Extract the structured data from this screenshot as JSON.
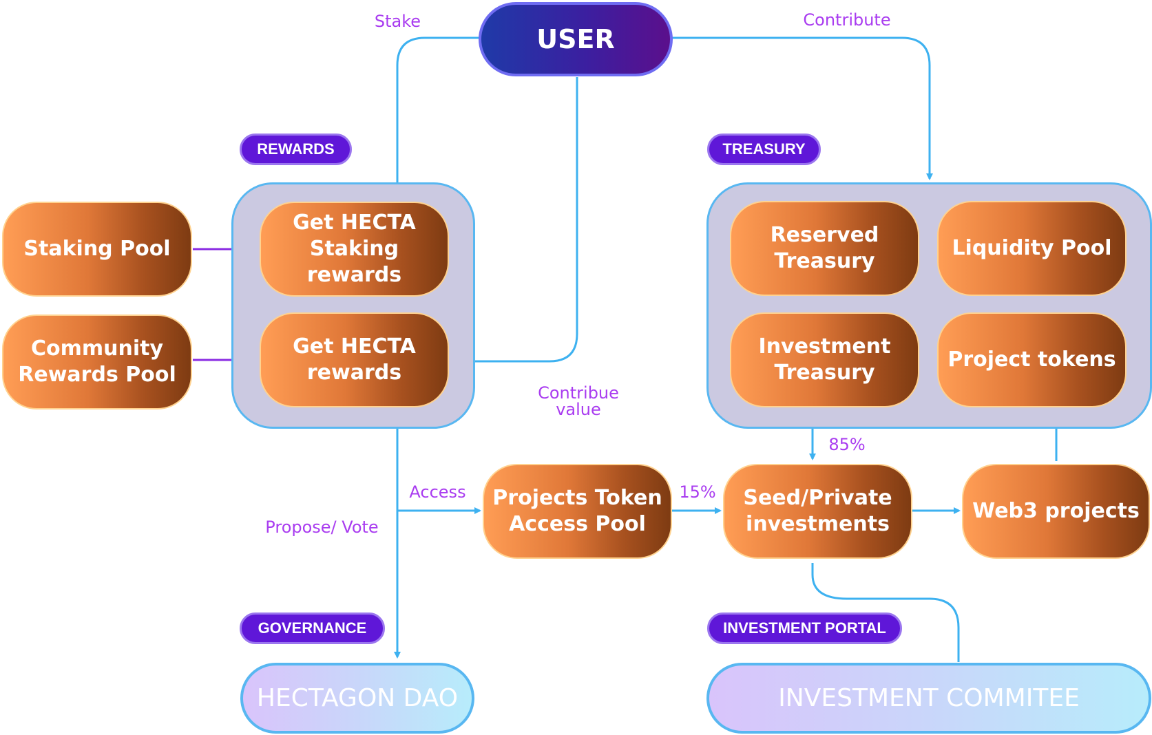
{
  "user": "USER",
  "tags": {
    "rewards": "REWARDS",
    "treasury": "TREASURY",
    "governance": "GOVERNANCE",
    "investment_portal": "INVESTMENT PORTAL"
  },
  "nodes": {
    "staking_pool": "Staking Pool",
    "community_rewards_pool": "Community\nRewards Pool",
    "get_staking_rewards": "Get HECTA\nStaking rewards",
    "get_rewards": "Get HECTA\nrewards",
    "reserved_treasury": "Reserved\nTreasury",
    "liquidity_pool": "Liquidity Pool",
    "investment_treasury": "Investment\nTreasury",
    "project_tokens": "Project tokens",
    "projects_token_access_pool": "Projects Token\nAccess Pool",
    "seed_private_investments": "Seed/Private\ninvestments",
    "web3_projects": "Web3 projects"
  },
  "finals": {
    "hectagon_dao": "HECTAGON DAO",
    "investment_committee": "INVESTMENT COMMITEE"
  },
  "edge_labels": {
    "stake": "Stake",
    "contribute": "Contribute",
    "contribue_value": "Contribue\nvalue",
    "access": "Access",
    "propose_vote": "Propose/ Vote",
    "pct_15": "15%",
    "pct_85": "85%"
  },
  "colors": {
    "connector_blue": "#3db1f0",
    "connector_purple": "#8a2be2",
    "label_purple": "#a93cf0",
    "tag_purple": "#5f17d8",
    "group_fill": "#cbc9e1"
  }
}
